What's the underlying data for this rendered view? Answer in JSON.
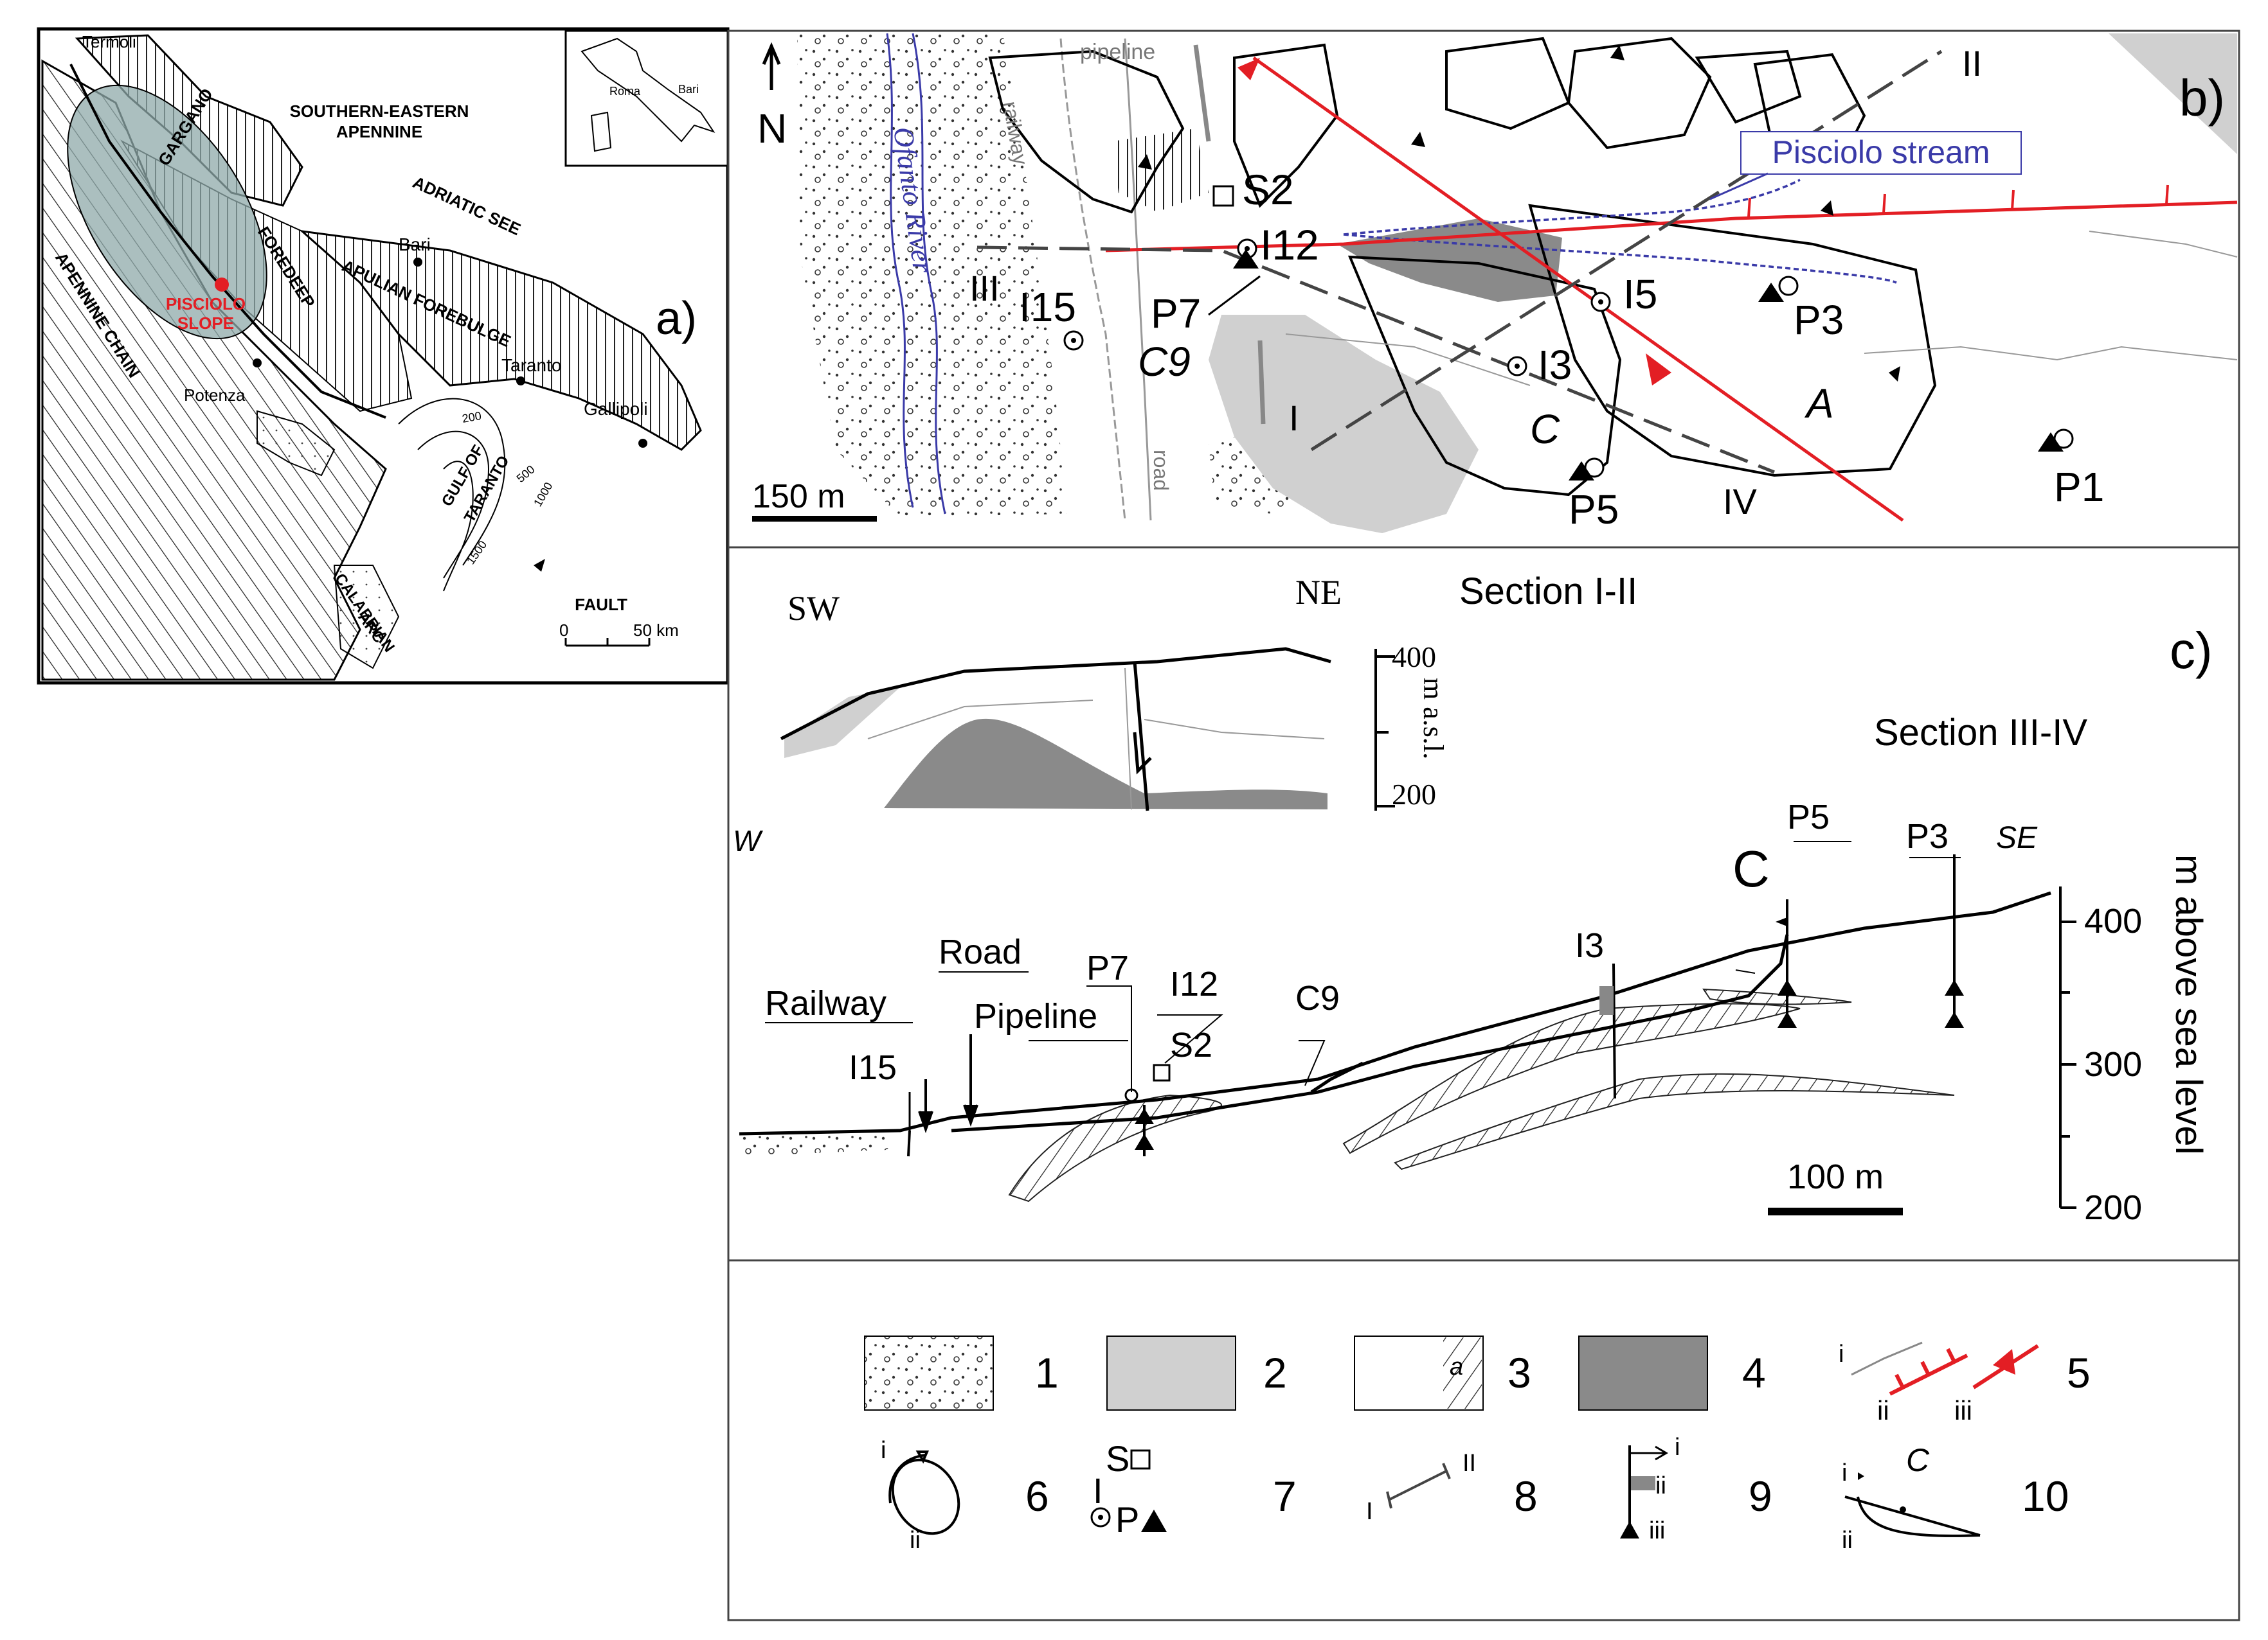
{
  "panel_a": {
    "label": "a)",
    "places": [
      "Termoli",
      "Bari",
      "Potenza",
      "Taranto",
      "Gallipoli"
    ],
    "regions": [
      "GARGANO",
      "SOUTHERN-EASTERN",
      "APENNINE",
      "ADRIATIC SEE",
      "FOREDEEP",
      "APULIAN FOREBULGE",
      "APENNINE CHAIN",
      "GULF OF",
      "TARANTO",
      "CALABRIAN",
      "ARC"
    ],
    "site": [
      "PISCIOLO",
      "SLOPE"
    ],
    "fault_label": "FAULT",
    "scale": {
      "start": "0",
      "end": "50 km"
    },
    "inset": [
      "Roma",
      "Bari"
    ],
    "isobaths": [
      "200",
      "500",
      "1000",
      "1500"
    ]
  },
  "panel_b": {
    "label": "b)",
    "north": "N",
    "stream_label": "Pisciolo stream",
    "river_label": "Ofanto River",
    "line_labels": {
      "pipeline": "pipeline",
      "railway": "railway",
      "road": "road"
    },
    "points": [
      "S2",
      "I12",
      "P7",
      "C9",
      "I15",
      "I5",
      "P3",
      "I3",
      "C",
      "A",
      "P5",
      "P1"
    ],
    "section_ends": [
      "II",
      "III",
      "I",
      "IV"
    ],
    "scale": "150 m"
  },
  "panel_c": {
    "label": "c)",
    "section_I_II": {
      "title": "Section I-II",
      "left": "SW",
      "right": "NE",
      "top": "400",
      "bottom": "200",
      "unit": "m a.s.l."
    },
    "section_III_IV": {
      "title": "Section III-IV",
      "left": "W",
      "right": "SE",
      "labels": [
        "Railway",
        "Road",
        "Pipeline",
        "P7",
        "I12",
        "S2",
        "I15",
        "C9",
        "I3",
        "C",
        "P5",
        "P3"
      ],
      "scale": "100 m",
      "axis_title": "m above sea level",
      "ticks": [
        "400",
        "300",
        "200"
      ]
    }
  },
  "legend": {
    "numbers": [
      "1",
      "2",
      "3",
      "4",
      "5",
      "6",
      "7",
      "8",
      "9",
      "10"
    ],
    "sub_a": "a",
    "sub5": [
      "i",
      "ii",
      "iii"
    ],
    "sub6": [
      "i",
      "ii"
    ],
    "sub7": [
      "S",
      "I",
      "P"
    ],
    "sub8": [
      "I",
      "II"
    ],
    "sub9": [
      "i",
      "ii",
      "iii"
    ],
    "sub10": [
      "i",
      "C",
      "ii"
    ]
  },
  "colors": {
    "fault_red": "#e31e24",
    "stream_blue": "#3a3aa8",
    "light_gray": "#d0d0d0",
    "dark_gray": "#8a8a8a",
    "ellipse_teal": "#8fa9a9"
  }
}
